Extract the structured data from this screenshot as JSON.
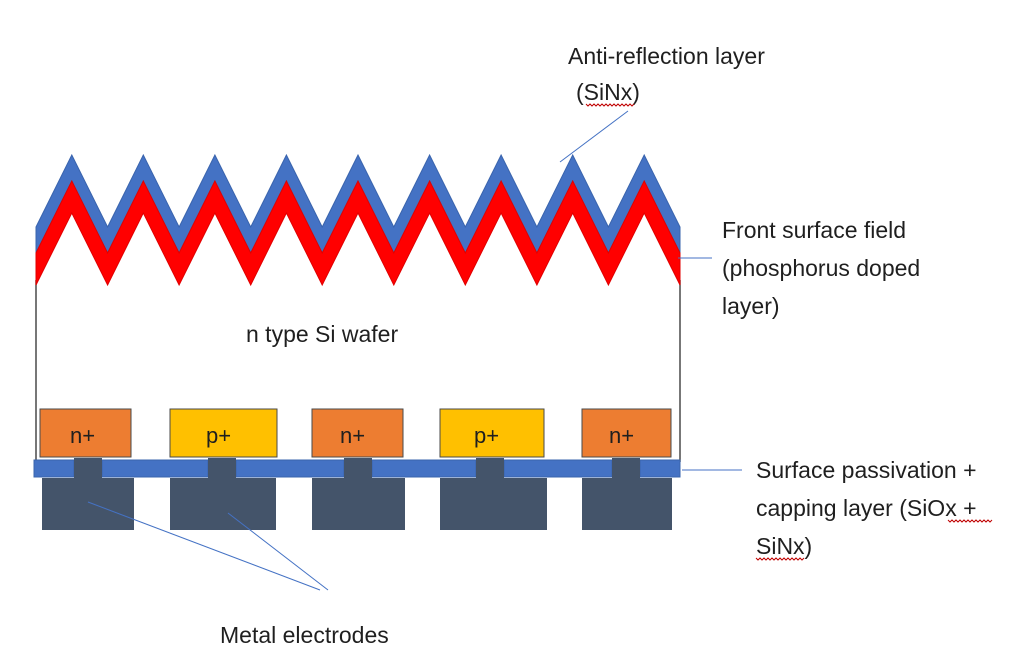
{
  "labels": {
    "arc_line1": "Anti-reflection layer",
    "arc_line2": "(SiNx)",
    "fsf_line1": "Front surface field",
    "fsf_line2": "(phosphorus doped",
    "fsf_line3": "layer)",
    "wafer": "n type Si wafer",
    "pass_line1": "Surface passivation +",
    "pass_line2": "capping layer (SiOx +",
    "pass_line3": "SiNx)",
    "metal": "Metal electrodes"
  },
  "regions": [
    "n+",
    "p+",
    "n+",
    "p+",
    "n+"
  ],
  "colors": {
    "arc_layer": "#4472c4",
    "fsf_layer": "#ff0000",
    "n_plus": "#ed7d31",
    "p_plus": "#ffc000",
    "passivation": "#4472c4",
    "metal": "#44546a",
    "leader_line": "#4472c4",
    "outline": "#4a4a4a",
    "spellcheck": "#c00000"
  }
}
